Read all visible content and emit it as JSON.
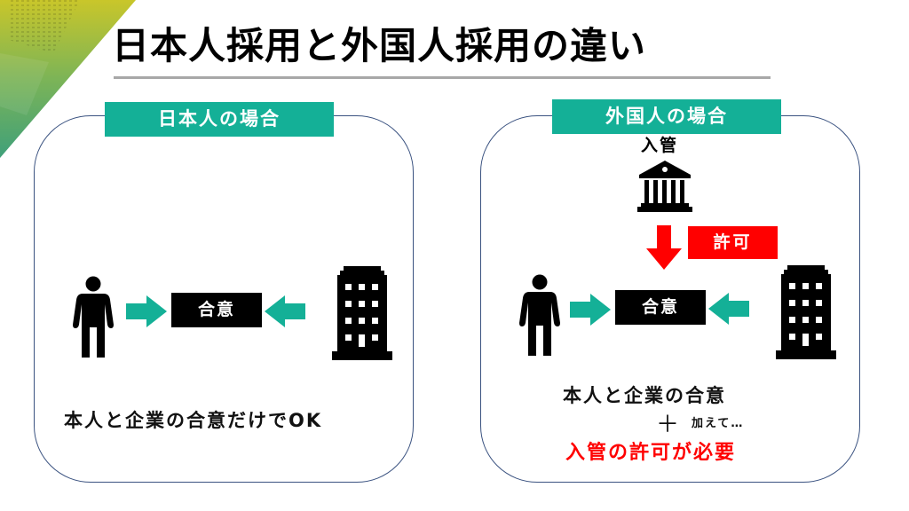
{
  "slide": {
    "title": "日本人採用と外国人採用の違い",
    "colors": {
      "accent": "#14b097",
      "alert": "#ff0000",
      "panel_border": "#3a5280",
      "rule": "#a8a8a8"
    }
  },
  "left_panel": {
    "tag": "日本人の場合",
    "agreement_label": "合意",
    "person_icon": "person-icon",
    "company_icon": "office-building-icon",
    "caption": "本人と企業の合意だけでOK"
  },
  "right_panel": {
    "tag": "外国人の場合",
    "authority_label": "入管",
    "authority_icon": "government-building-icon",
    "permit_label": "許可",
    "agreement_label": "合意",
    "person_icon": "person-icon",
    "company_icon": "office-building-icon",
    "caption_line1": "本人と企業の合意",
    "plus_symbol": "＋",
    "caption_addition": "加えて…",
    "caption_requirement": "入管の許可が必要"
  }
}
